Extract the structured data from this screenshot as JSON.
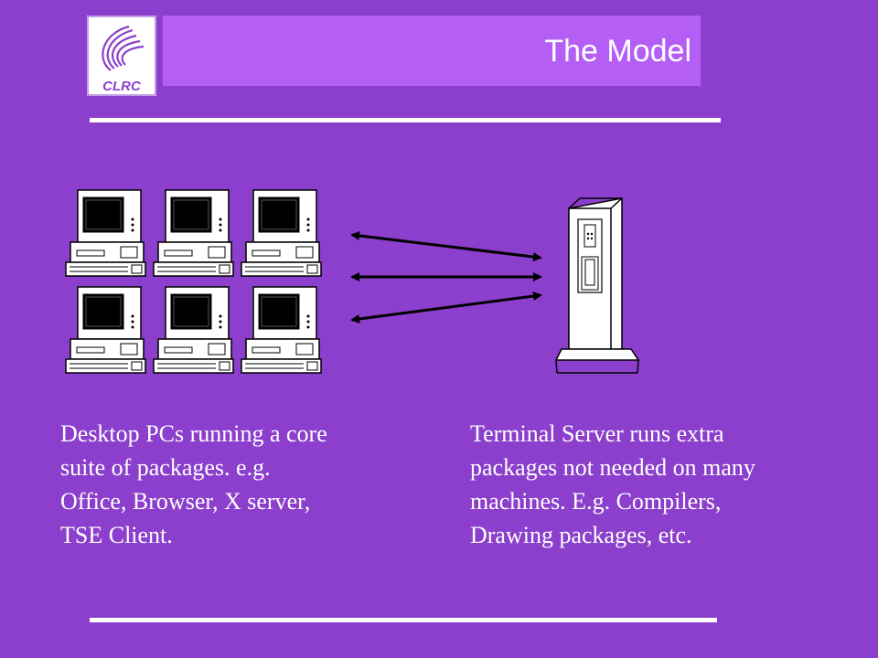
{
  "logo": {
    "label": "CLRC"
  },
  "slide": {
    "title": "The Model"
  },
  "captions": {
    "desktops": "Desktop PCs running a core suite of packages. e.g. Office, Browser, X server, TSE Client.",
    "server": "Terminal Server runs extra packages not needed on many machines. E.g. Compilers, Drawing packages, etc."
  },
  "colors": {
    "background": "#8B3FCC",
    "title_bar": "#B45EF5",
    "text": "#ffffff",
    "line_art": "#000000"
  },
  "diagram": {
    "desktop_count": 6,
    "server_count": 1,
    "connection_count": 3,
    "connection_style": "double-headed arrows"
  }
}
